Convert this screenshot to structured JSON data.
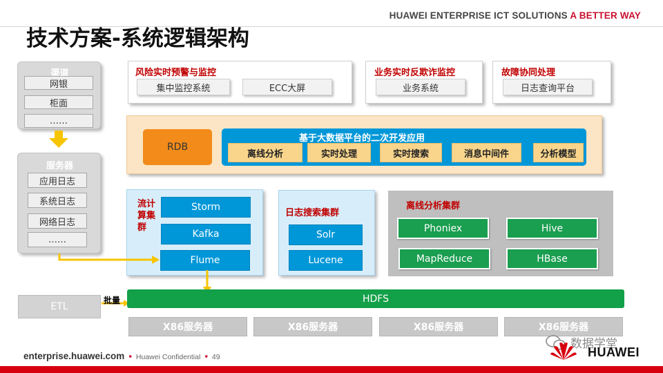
{
  "header": {
    "tagline_main": "HUAWEI ENTERPRISE ICT SOLUTIONS ",
    "tagline_accent": "A BETTER WAY",
    "title": "技术方案-系统逻辑架构"
  },
  "top_row": [
    {
      "title": "风险实时预警与监控",
      "chips": [
        "集中监控系统",
        "ECC大屏"
      ]
    },
    {
      "title": "业务实时反欺诈监控",
      "chips": [
        "业务系统"
      ]
    },
    {
      "title": "故障协同处理",
      "chips": [
        "日志查询平台"
      ]
    }
  ],
  "channels": {
    "title": "渠道",
    "items": [
      "网银",
      "柜面",
      "……"
    ]
  },
  "servers": {
    "title": "服务器",
    "items": [
      "应用日志",
      "系统日志",
      "网络日志",
      "……"
    ]
  },
  "app_layer": {
    "rdb": "RDB",
    "platform_title": "基于大数据平台的二次开发应用",
    "items": [
      "离线分析",
      "实时处理",
      "实时搜索",
      "消息中间件",
      "分析模型"
    ]
  },
  "stream_cluster": {
    "label_lines": [
      "流计",
      "算集",
      "群"
    ],
    "items": [
      "Storm",
      "Kafka",
      "Flume"
    ]
  },
  "search_cluster": {
    "title": "日志搜索集群",
    "items": [
      "Solr",
      "Lucene"
    ]
  },
  "offline_cluster": {
    "title": "离线分析集群",
    "items": [
      "Phoniex",
      "Hive",
      "MapReduce",
      "HBase"
    ]
  },
  "storage": {
    "hdfs": "HDFS",
    "etl": "ETL",
    "batch": "批量"
  },
  "servers_row": [
    "X86服务器",
    "X86服务器",
    "X86服务器",
    "X86服务器"
  ],
  "footer": {
    "site": "enterprise.huawei.com",
    "confidential": "Huawei Confidential",
    "page": "49"
  },
  "watermark": "数据学堂",
  "logo_text": "HUAWEI",
  "colors": {
    "brand_red": "#c8102e",
    "accent_orange": "#f28b1a",
    "accent_blue": "#0097d8",
    "accent_green": "#1a9e50",
    "arrow_yellow": "#f7c400"
  }
}
